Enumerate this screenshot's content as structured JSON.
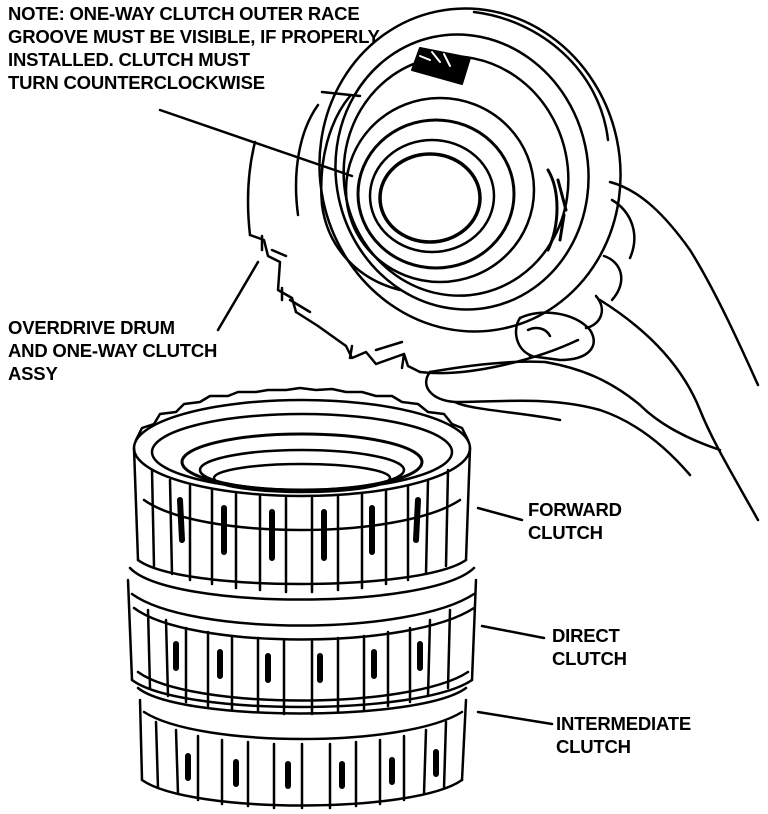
{
  "labels": {
    "note": [
      "NOTE: ONE-WAY CLUTCH OUTER RACE",
      "GROOVE MUST BE VISIBLE, IF PROPERLY",
      "INSTALLED. CLUTCH MUST",
      "TURN COUNTERCLOCKWISE"
    ],
    "overdrive": [
      "OVERDRIVE DRUM",
      "AND ONE-WAY CLUTCH",
      "ASSY"
    ],
    "forward": [
      "FORWARD",
      "CLUTCH"
    ],
    "direct": [
      "DIRECT",
      "CLUTCH"
    ],
    "intermediate": [
      "INTERMEDIATE",
      "CLUTCH"
    ]
  },
  "colors": {
    "ink": "#000000",
    "paper": "#ffffff"
  }
}
